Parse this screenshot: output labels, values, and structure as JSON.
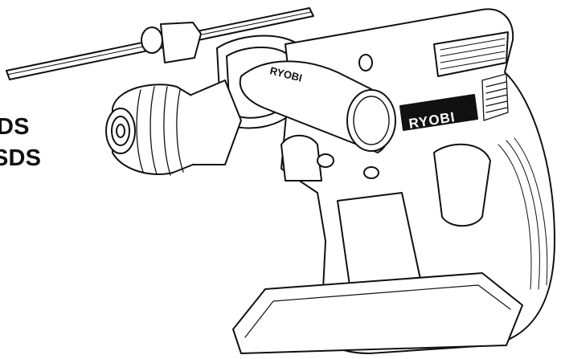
{
  "labels": {
    "line1": "DS",
    "line2": "SDS"
  },
  "illustration": {
    "brand": "RYOBI",
    "handle_mark": "RYOBI"
  },
  "colors": {
    "ink": "#111111",
    "paper": "#ffffff"
  }
}
